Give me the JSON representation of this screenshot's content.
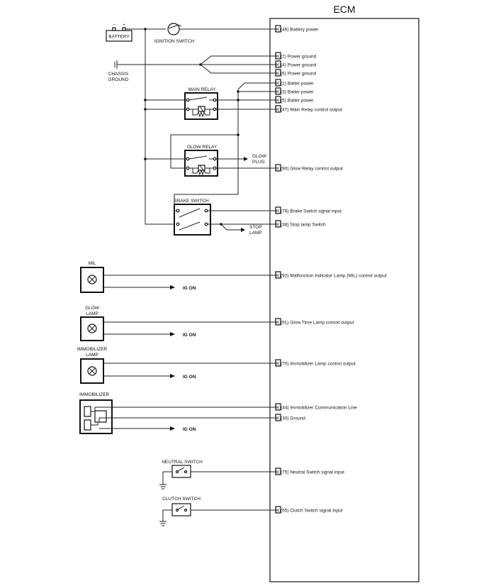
{
  "ecm": {
    "title": "ECM"
  },
  "components": {
    "battery": "BATTERY",
    "battery_minus": "−",
    "battery_plus": "+",
    "ignition_switch": "IGNITION SWITCH",
    "chassis_ground": [
      "CHASSIS",
      "GROUND"
    ],
    "main_relay": "MAIN RELAY",
    "glow_relay": "GLOW RELAY",
    "glow_plug": [
      "GLOW",
      "PLUG"
    ],
    "brake_switch": "BRAKE SWITCH",
    "stop_lamp": [
      "STOP",
      "LAMP"
    ],
    "mil": "MIL",
    "glow_lamp": [
      "GLOW",
      "LAMP"
    ],
    "immobilizer_lamp": [
      "IMMOBILIZER",
      "LAMP"
    ],
    "immobilizer": "IMMOBILIZER",
    "neutral_switch": "NEUTRAL SWITCH",
    "clutch_switch": "CLUTCH SWITCH",
    "ig_on": "IG ON"
  },
  "pins": [
    {
      "k": "K",
      "label": "(46) Battery power"
    },
    {
      "k": "K",
      "label": "(2) Power ground"
    },
    {
      "k": "K",
      "label": "(4) Power ground"
    },
    {
      "k": "K",
      "label": "(6) Power ground"
    },
    {
      "k": "K",
      "label": "(1) Batter power"
    },
    {
      "k": "K",
      "label": "(3) Batter power"
    },
    {
      "k": "K",
      "label": "(5) Batter power"
    },
    {
      "k": "K",
      "label": "(47) Main Relay control output"
    },
    {
      "k": "K",
      "label": "(90) Glow Relay control output"
    },
    {
      "k": "K",
      "label": "(78) Brake Switch signal input"
    },
    {
      "k": "K",
      "label": "(38) Stop lamp Switch"
    },
    {
      "k": "K",
      "label": "(92) Malfunction Indicator Lamp (MIL) control output"
    },
    {
      "k": "K",
      "label": "(91) Glow Time Lamp contorl output"
    },
    {
      "k": "K",
      "label": "(70) Immobilizer Lamp control output"
    },
    {
      "k": "K",
      "label": "(44) Immobilizer Communication Line"
    },
    {
      "k": "K",
      "label": "(30) Ground"
    },
    {
      "k": "K",
      "label": "(75) Neutral Switch signal input"
    },
    {
      "k": "K",
      "label": "(55) Clutch Switch signal input"
    }
  ]
}
